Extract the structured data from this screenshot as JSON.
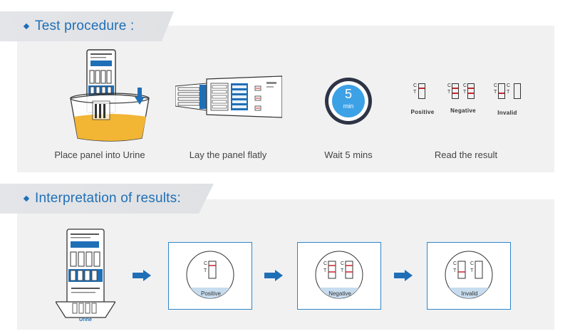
{
  "sections": {
    "procedure_title": "Test procedure :",
    "interpretation_title": "Interpretation of results:"
  },
  "steps": [
    {
      "caption": "Place panel into Urine"
    },
    {
      "caption": "Lay the panel flatly"
    },
    {
      "caption": "Wait 5 mins"
    },
    {
      "caption": "Read the result"
    }
  ],
  "timer": {
    "value": "5",
    "unit": "min"
  },
  "strip_labels": {
    "control": "C",
    "test": "T"
  },
  "read_results": {
    "positive": "Positive",
    "negative": "Negative",
    "invalid": "Invalid"
  },
  "interpretation": {
    "cup_label": "Urine",
    "cards": [
      {
        "label": "Positive"
      },
      {
        "label": "Negative"
      },
      {
        "label": "Invalid"
      }
    ]
  },
  "colors": {
    "accent": "#1f6fb7",
    "card_border": "#2d86c8",
    "urine": "#f2b534",
    "line_red": "#c8232c"
  }
}
